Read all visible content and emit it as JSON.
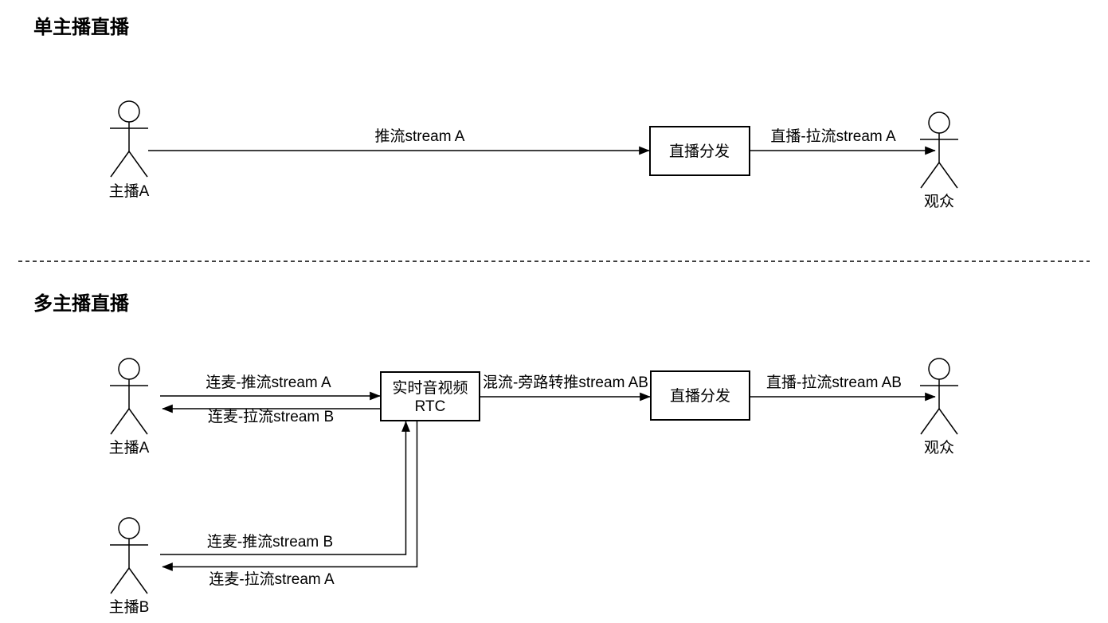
{
  "sections": {
    "single": {
      "title": "单主播直播",
      "anchor_a_label": "主播A",
      "audience_label": "观众",
      "push_arrow_label": "推流stream A",
      "distribution_box_label": "直播分发",
      "pull_arrow_label": "直播-拉流stream A"
    },
    "multi": {
      "title": "多主播直播",
      "anchor_a_label": "主播A",
      "anchor_b_label": "主播B",
      "audience_label": "观众",
      "rtc_box_label_line1": "实时音视频",
      "rtc_box_label_line2": "RTC",
      "distribution_box_label": "直播分发",
      "anchor_a_push_arrow_label": "连麦-推流stream A",
      "anchor_a_pull_arrow_label": "连麦-拉流stream B",
      "anchor_b_push_arrow_label": "连麦-推流stream B",
      "anchor_b_pull_arrow_label": "连麦-拉流stream A",
      "mix_relay_arrow_label": "混流-旁路转推stream AB",
      "pull_arrow_label": "直播-拉流stream AB"
    }
  },
  "colors": {
    "stroke": "#000000",
    "background": "#ffffff"
  }
}
